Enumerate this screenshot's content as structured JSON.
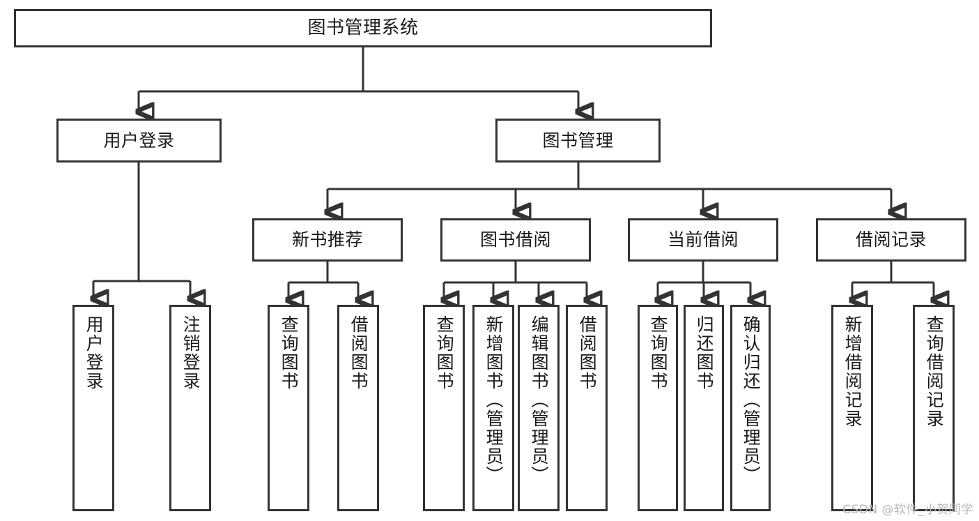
{
  "diagram": {
    "title": "图书管理系统",
    "type": "hierarchy-tree",
    "watermark": "CSDN @软件_小贺同学",
    "colors": {
      "line": "#333333",
      "box_border": "#333333",
      "box_fill": "#ffffff",
      "text": "#1a1a1a",
      "watermark": "#b9b9b9"
    },
    "root": {
      "label": "图书管理系统"
    },
    "level2": [
      {
        "label": "用户登录"
      },
      {
        "label": "图书管理"
      }
    ],
    "level3": [
      {
        "label": "新书推荐"
      },
      {
        "label": "图书借阅"
      },
      {
        "label": "当前借阅"
      },
      {
        "label": "借阅记录"
      }
    ],
    "leaves": {
      "user_login": [
        {
          "label": "用户登录"
        },
        {
          "label": "注销登录"
        }
      ],
      "new_book_recommend": [
        {
          "label": "查询图书"
        },
        {
          "label": "借阅图书"
        }
      ],
      "book_borrow": [
        {
          "label": "查询图书"
        },
        {
          "label": "新增图书（管理员）"
        },
        {
          "label": "编辑图书（管理员）"
        },
        {
          "label": "借阅图书"
        }
      ],
      "current_borrow": [
        {
          "label": "查询图书"
        },
        {
          "label": "归还图书"
        },
        {
          "label": "确认归还（管理员）"
        }
      ],
      "borrow_record": [
        {
          "label": "新增借阅记录"
        },
        {
          "label": "查询借阅记录"
        }
      ]
    }
  }
}
